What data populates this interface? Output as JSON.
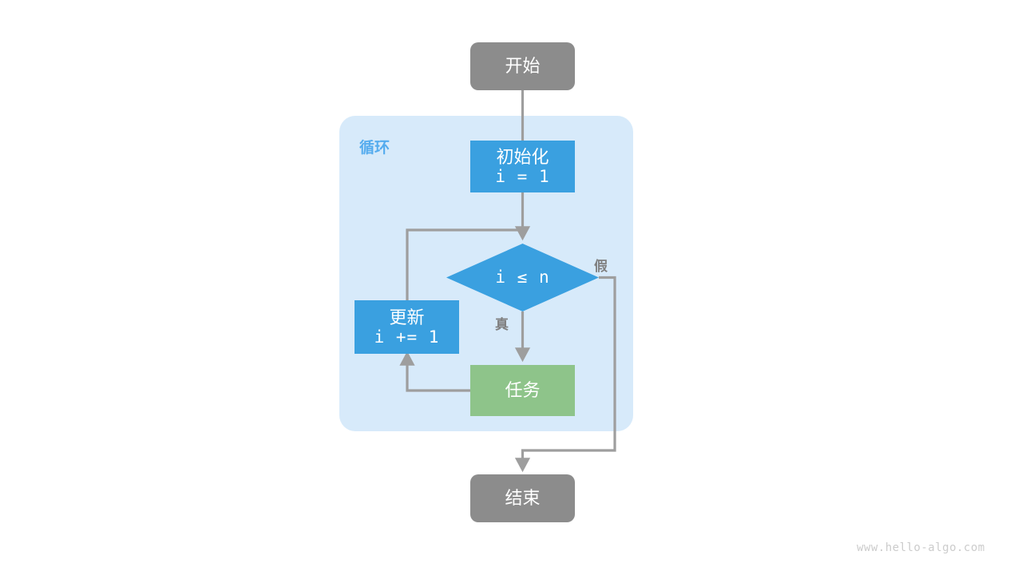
{
  "diagram": {
    "title_watermark": "www.hello-algo.com",
    "colors": {
      "terminal_gray": "#8c8c8c",
      "process_blue": "#3aa0e0",
      "task_green": "#8ec48a",
      "group_background": "#d7eafa",
      "group_label_blue": "#55acee",
      "edge_gray": "#9e9e9e",
      "edge_label_gray": "#808080",
      "node_text": "#ffffff",
      "watermark_gray": "#cccccc",
      "page_background": "#ffffff"
    },
    "group": {
      "name": "loop-group",
      "label": "循环"
    },
    "nodes": {
      "start": {
        "label": "开始",
        "shape": "rounded-rect",
        "fill": "#8c8c8c"
      },
      "init": {
        "line1": "初始化",
        "line2": "i = 1",
        "shape": "rect",
        "fill": "#3aa0e0"
      },
      "condition": {
        "label": "i ≤ n",
        "shape": "diamond",
        "fill": "#3aa0e0"
      },
      "update": {
        "line1": "更新",
        "line2": "i += 1",
        "shape": "rect",
        "fill": "#3aa0e0"
      },
      "task": {
        "label": "任务",
        "shape": "rect",
        "fill": "#8ec48a"
      },
      "end": {
        "label": "结束",
        "shape": "rounded-rect",
        "fill": "#8c8c8c"
      }
    },
    "edges": [
      {
        "name": "start-to-init",
        "label": ""
      },
      {
        "name": "init-to-condition",
        "label": ""
      },
      {
        "name": "condition-to-task-true",
        "label": "真"
      },
      {
        "name": "condition-to-end-false",
        "label": "假"
      },
      {
        "name": "task-to-update",
        "label": ""
      },
      {
        "name": "update-to-condition",
        "label": ""
      }
    ]
  }
}
